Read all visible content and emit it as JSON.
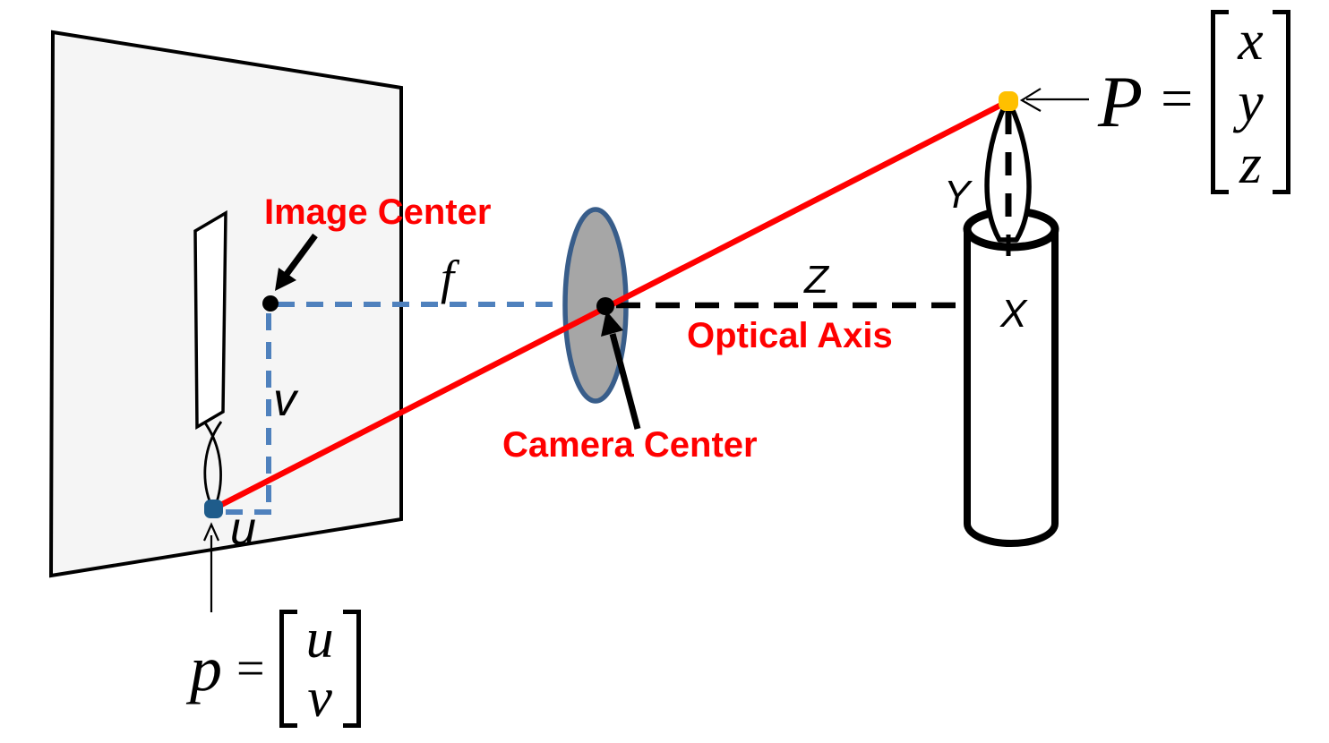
{
  "figure": {
    "description": "Pinhole camera perspective projection diagram",
    "annotations": {
      "image_center": "Image Center",
      "camera_center": "Camera Center",
      "optical_axis": "Optical Axis"
    },
    "measure_labels": {
      "u": "u",
      "v": "v",
      "f": "f",
      "X": "X",
      "Y": "Y",
      "Z": "Z"
    },
    "formulas": {
      "image_point": {
        "lhs": "p",
        "equals": "=",
        "vector": [
          "u",
          "v"
        ]
      },
      "world_point": {
        "lhs": "P",
        "equals": "=",
        "vector": [
          "x",
          "y",
          "z"
        ]
      }
    }
  },
  "colors": {
    "red": "#ff0000",
    "dash-blue": "#4f81bd",
    "lens-fill": "#a6a6a6",
    "lens-stroke": "#385d8a",
    "point-blue": "#1f5c8b",
    "point-orange": "#ffc000",
    "ink": "#000000",
    "plane-fill": "#f5f5f5"
  }
}
